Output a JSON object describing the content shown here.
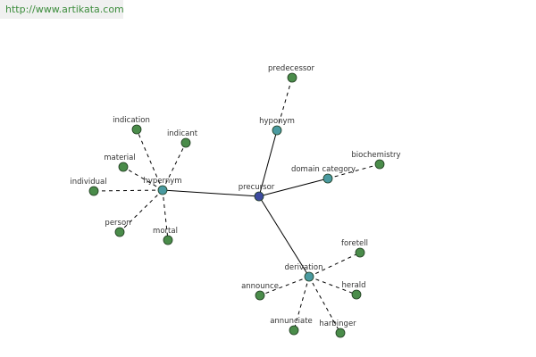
{
  "source_url": "http://www.artikata.com",
  "colors": {
    "center": "#3d4aa0",
    "relation": "#4a9aa0",
    "leaf": "#4a8c4a",
    "edge": "#000000"
  },
  "center": {
    "id": "precursor",
    "label": "precursor"
  },
  "relations": [
    {
      "id": "hyponym",
      "label": "hyponym"
    },
    {
      "id": "domain-category",
      "label": "domain category"
    },
    {
      "id": "derivation",
      "label": "derivation"
    },
    {
      "id": "hypernym",
      "label": "hypernym"
    }
  ],
  "leaves": [
    {
      "id": "predecessor",
      "label": "predecessor",
      "parent": "hyponym"
    },
    {
      "id": "biochemistry",
      "label": "biochemistry",
      "parent": "domain-category"
    },
    {
      "id": "foretell",
      "label": "foretell",
      "parent": "derivation"
    },
    {
      "id": "herald",
      "label": "herald",
      "parent": "derivation"
    },
    {
      "id": "harbinger",
      "label": "harbinger",
      "parent": "derivation"
    },
    {
      "id": "annunciate",
      "label": "annunciate",
      "parent": "derivation"
    },
    {
      "id": "announce",
      "label": "announce",
      "parent": "derivation"
    },
    {
      "id": "indication",
      "label": "indication",
      "parent": "hypernym"
    },
    {
      "id": "indicant",
      "label": "indicant",
      "parent": "hypernym"
    },
    {
      "id": "material",
      "label": "material",
      "parent": "hypernym"
    },
    {
      "id": "individual",
      "label": "individual",
      "parent": "hypernym"
    },
    {
      "id": "person",
      "label": "person",
      "parent": "hypernym"
    },
    {
      "id": "mortal",
      "label": "mortal",
      "parent": "hypernym"
    }
  ]
}
